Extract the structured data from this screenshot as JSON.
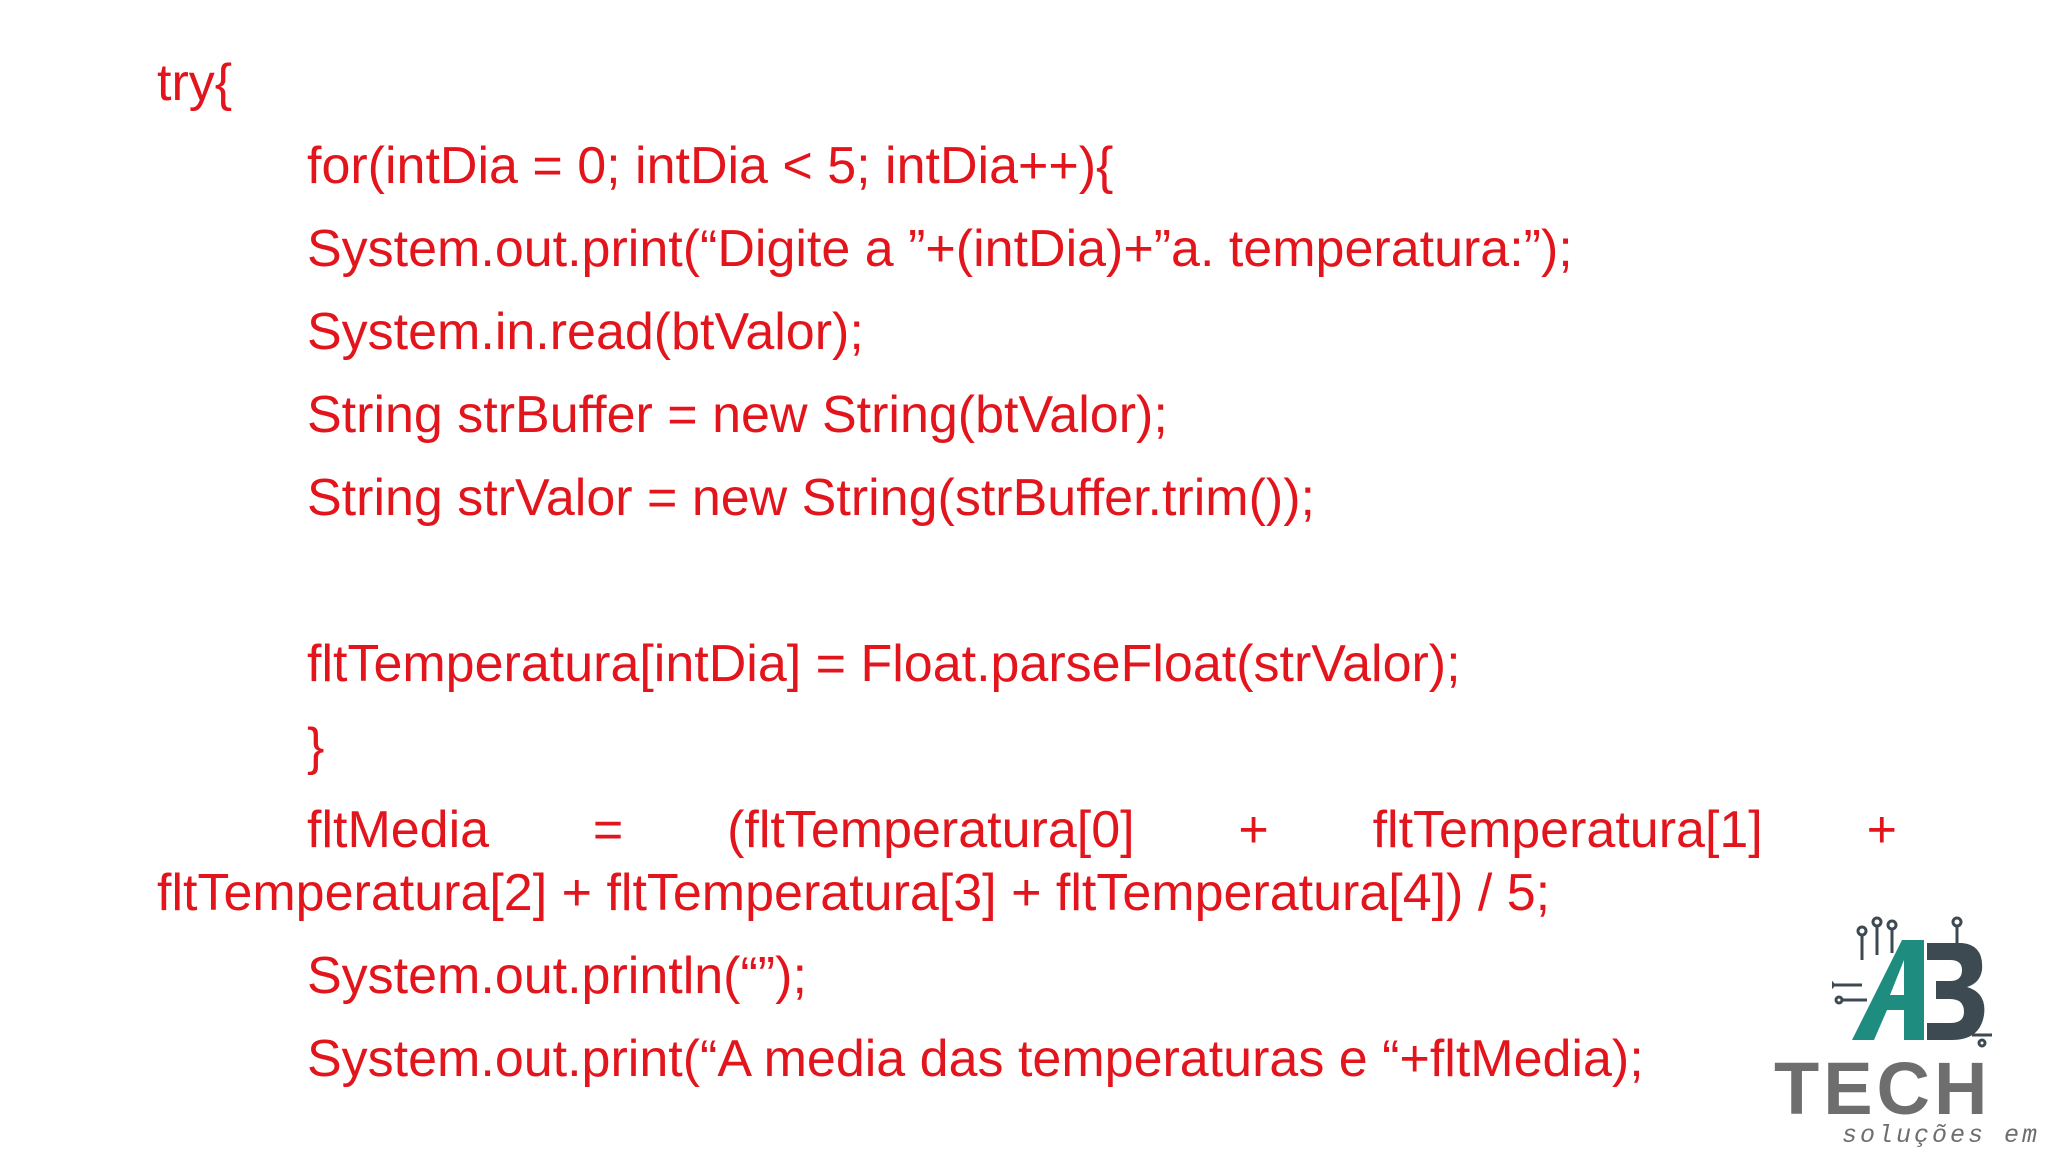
{
  "code": {
    "line_try": "try{",
    "line_for": "for(intDia = 0; intDia < 5; intDia++){",
    "line_print": "System.out.print(“Digite a ”+(intDia)+”a. temperatura:”);",
    "line_read": "System.in.read(btValor);",
    "line_buffer": "String strBuffer = new String(btValor);",
    "line_valor": "String strValor = new String(strBuffer.trim());",
    "line_parse": "fltTemperatura[intDia] = Float.parseFloat(strValor);",
    "line_close": "}",
    "media_parts": [
      "fltMedia",
      "=",
      "(fltTemperatura[0]",
      "+",
      "fltTemperatura[1]",
      "+"
    ],
    "media_cont": "fltTemperatura[2] + fltTemperatura[3] + fltTemperatura[4]) / 5;",
    "line_println": "System.out.println(“”);",
    "line_result": "System.out.print(“A media das temperaturas e “+fltMedia);"
  },
  "logo": {
    "mark_text": "A3",
    "name": "TECH",
    "tagline": "soluções em ti"
  },
  "colors": {
    "code_text": "#e3151c",
    "logo_gray": "#6e6e6e",
    "logo_teal": "#1e8c7e",
    "logo_dark": "#3d4a52"
  }
}
